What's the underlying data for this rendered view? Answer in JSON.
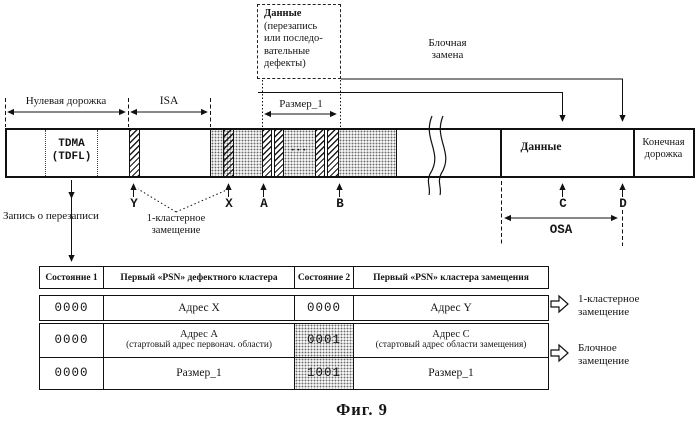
{
  "diagram": {
    "dashed_box": {
      "line1": "Данные",
      "line2": "(перезапись",
      "line3": "или последо-",
      "line4": "вательные",
      "line5": "дефекты)"
    },
    "block_replace_label": {
      "line1": "Блочная",
      "line2": "замена"
    },
    "spans": {
      "zero_track": "Нулевая дорожка",
      "isa": "ISA",
      "size1": "Размер_1",
      "osa": "OSA"
    },
    "track": {
      "tdma_line1": "TDMA",
      "tdma_line2": "(TDFL)",
      "data_label": "Данные",
      "end_track_line1": "Конечная",
      "end_track_line2": "дорожка",
      "ellipsis": "···"
    },
    "markers": {
      "y": "Y",
      "x": "X",
      "a": "A",
      "b": "B",
      "c": "C",
      "d": "D"
    },
    "rewrite_record_label": "Запись о перезаписи",
    "one_cluster_label": {
      "line1": "1-кластерное",
      "line2": "замещение"
    }
  },
  "table": {
    "headers": {
      "state1": "Состояние 1",
      "defect": "Первый «PSN» дефектного кластера",
      "state2": "Состояние 2",
      "replace": "Первый «PSN» кластера замещения"
    },
    "row1": {
      "state1": "0000",
      "defect": "Адрес X",
      "state2": "0000",
      "replace": "Адрес Y"
    },
    "row2": {
      "state1": "0000",
      "defect_line1": "Адрес A",
      "defect_line2": "(стартовый адрес первонач. области)",
      "state2": "0001",
      "replace_line1": "Адрес C",
      "replace_line2": "(стартовый адрес области замещения)"
    },
    "row3": {
      "state1": "0000",
      "defect": "Размер_1",
      "state2": "1001",
      "replace": "Размер_1"
    },
    "annotations": {
      "row1_line1": "1-кластерное",
      "row1_line2": "замещение",
      "rows23_line1": "Блочное",
      "rows23_line2": "замещение"
    }
  },
  "caption": "Фиг. 9",
  "colors": {
    "ink": "#151515",
    "paper": "#ffffff",
    "stipple_bg": "#f1f1f1"
  }
}
